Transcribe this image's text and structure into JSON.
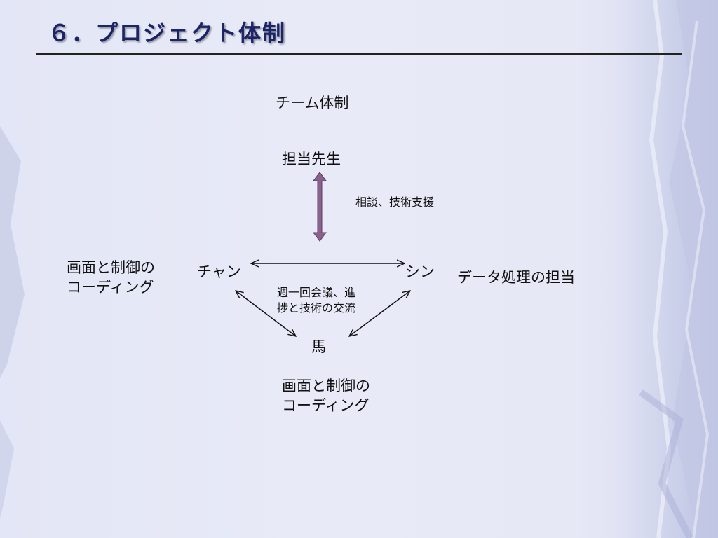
{
  "slide": {
    "title": "６．プロジェクト体制",
    "background_color": "#e6e8f6",
    "title_color": "#1c2468"
  },
  "diagram": {
    "heading": "チーム体制",
    "top_node": "担当先生",
    "vertical_label": "相談、技術支援",
    "left_node": "チャン",
    "right_node": "シン",
    "bottom_node": "馬",
    "left_role": [
      "画面と制御の",
      "コーディング"
    ],
    "right_role": "データ処理の担当",
    "bottom_role": [
      "画面と制御の",
      "コーディング"
    ],
    "center_label": [
      "週一回会議、進",
      "捗と技術の交流"
    ],
    "vertical_arrow_color": "#8b5f8e"
  }
}
